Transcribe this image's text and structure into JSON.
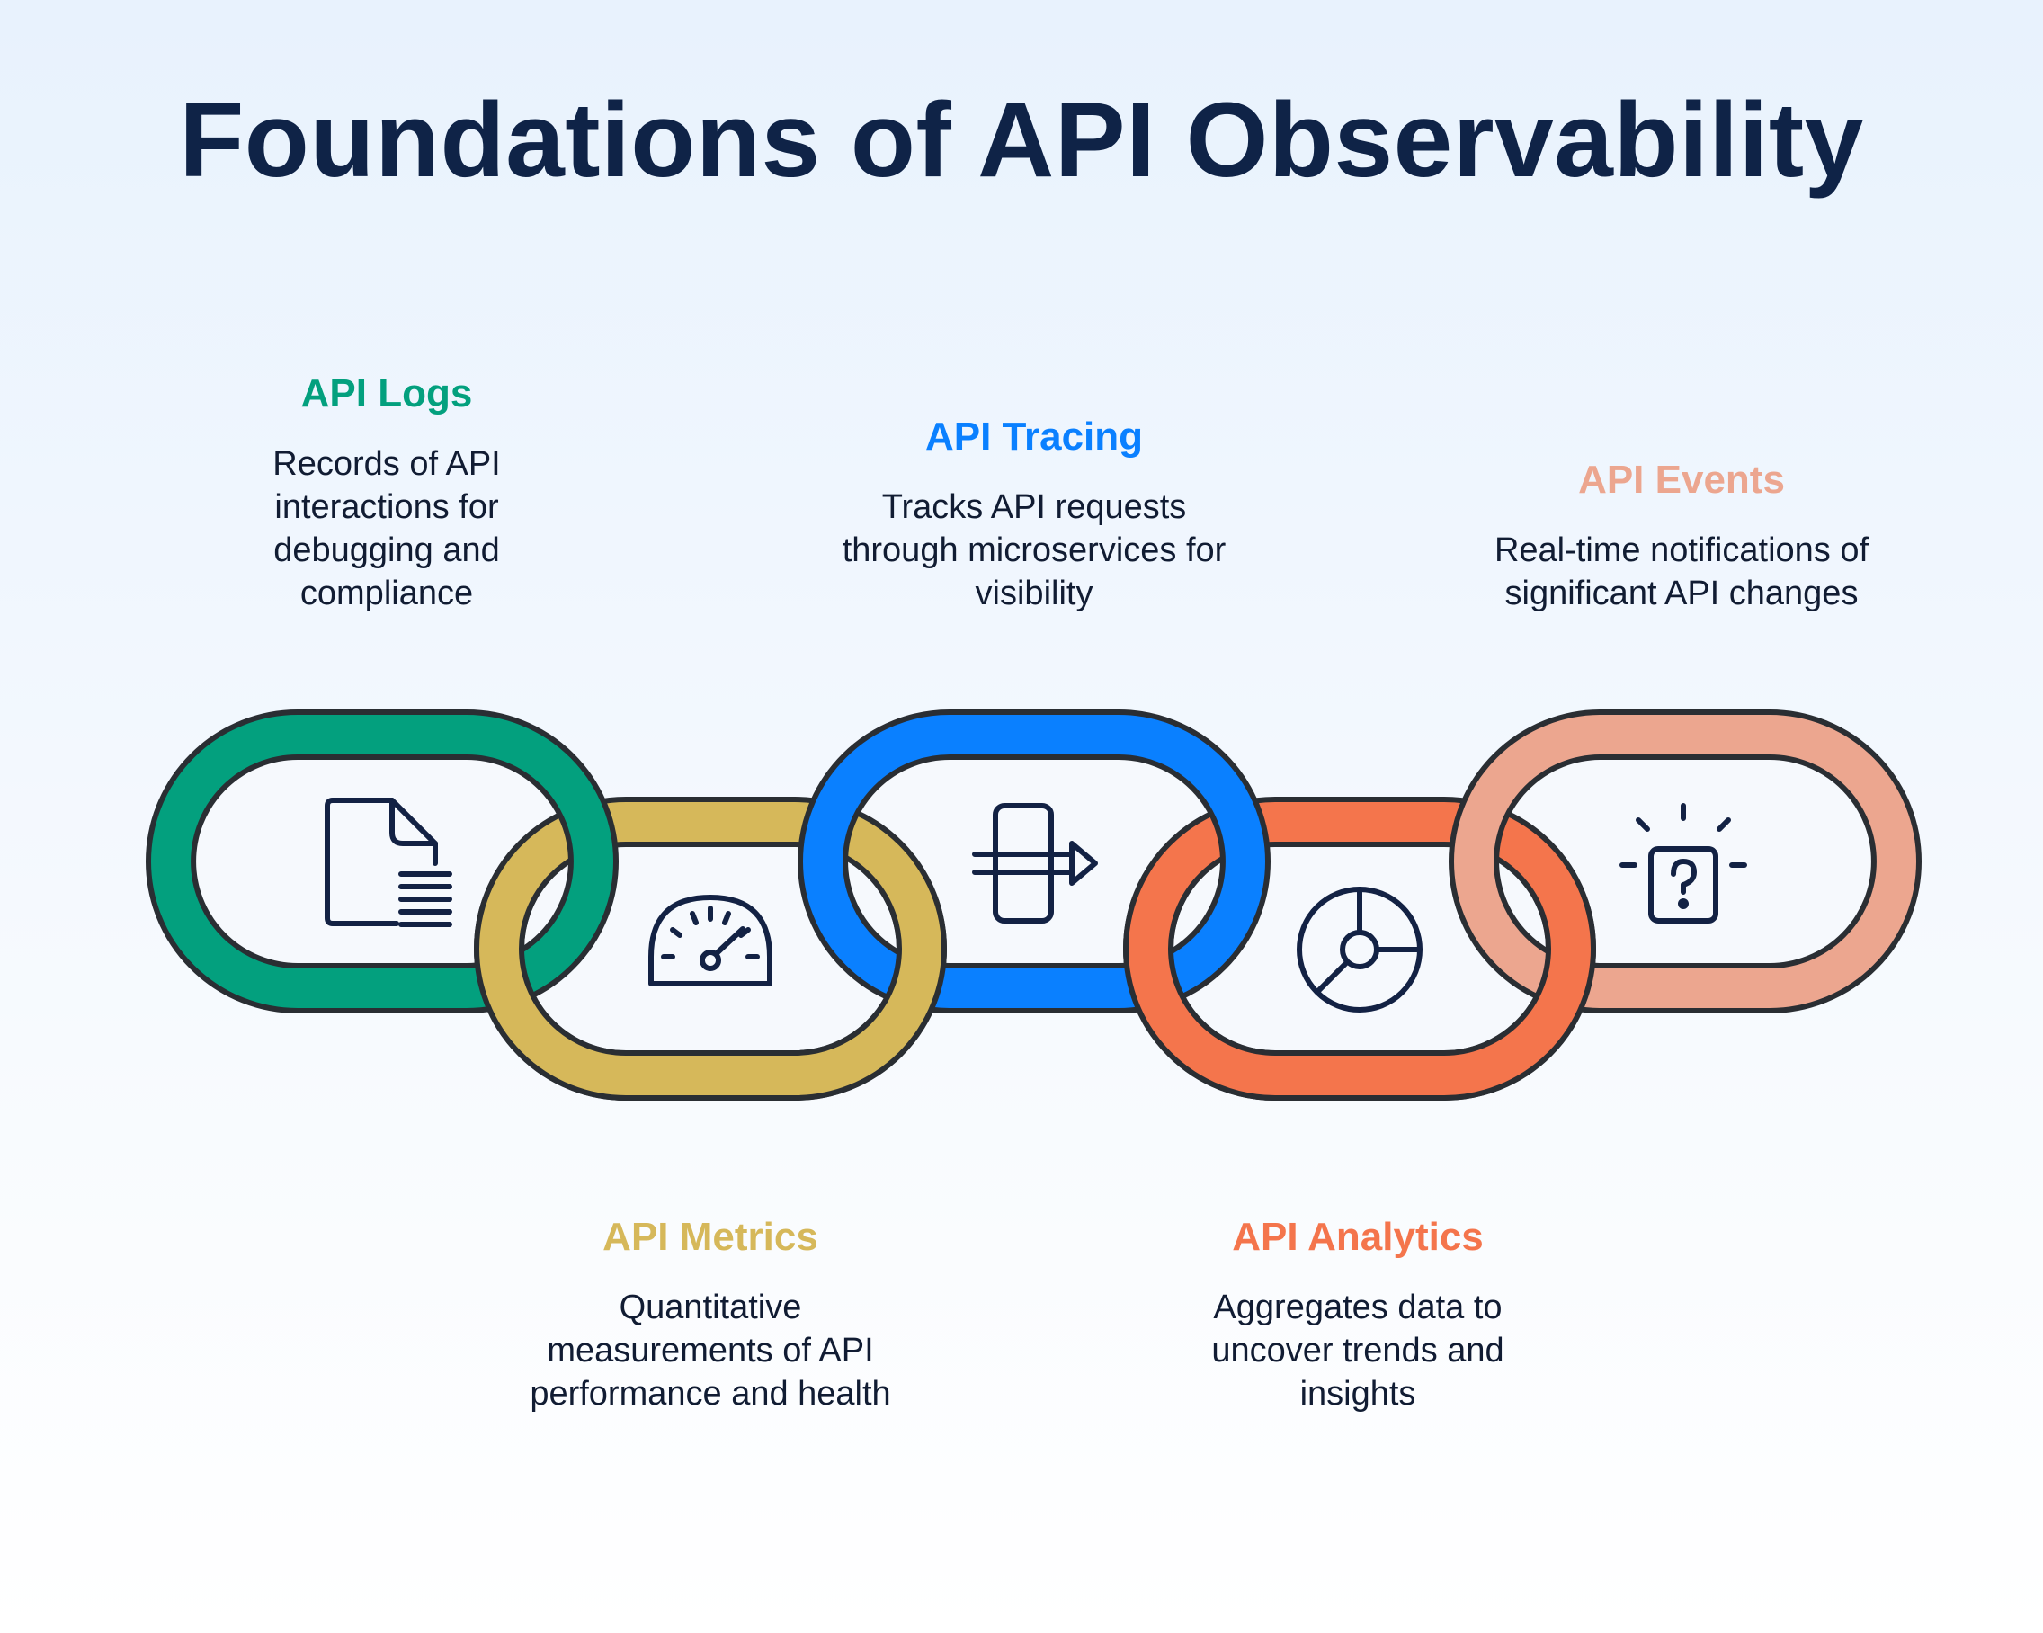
{
  "title": "Foundations of API Observability",
  "colors": {
    "outline": "#2a2e33",
    "icon_stroke": "#132244",
    "ring_inner_bg": "#f6f9fd"
  },
  "items": [
    {
      "heading": "API Logs",
      "description": "Records of API interactions for debugging and compliance",
      "description_lines": [
        "Records of API",
        "interactions for",
        "debugging and",
        "compliance"
      ],
      "color": "#03a07e",
      "icon": "document-icon"
    },
    {
      "heading": "API Metrics",
      "description": "Quantitative measurements of API performance and health",
      "description_lines": [
        "Quantitative",
        "measurements of API",
        "performance and health"
      ],
      "color": "#d6b85a",
      "icon": "speedometer-icon"
    },
    {
      "heading": "API Tracing",
      "description": "Tracks API requests through microservices for visibility",
      "description_lines": [
        "Tracks API requests",
        "through microservices for",
        "visibility"
      ],
      "color": "#0a80ff",
      "icon": "trace-icon"
    },
    {
      "heading": "API Analytics",
      "description": "Aggregates data to uncover trends and insights",
      "description_lines": [
        "Aggregates data to",
        "uncover trends and",
        "insights"
      ],
      "color": "#f4754c",
      "icon": "pie-chart-icon"
    },
    {
      "heading": "API Events",
      "description": "Real-time notifications of significant API changes",
      "description_lines": [
        "Real-time notifications of",
        "significant API changes"
      ],
      "color": "#eca68f",
      "icon": "alert-bulb-icon"
    }
  ]
}
